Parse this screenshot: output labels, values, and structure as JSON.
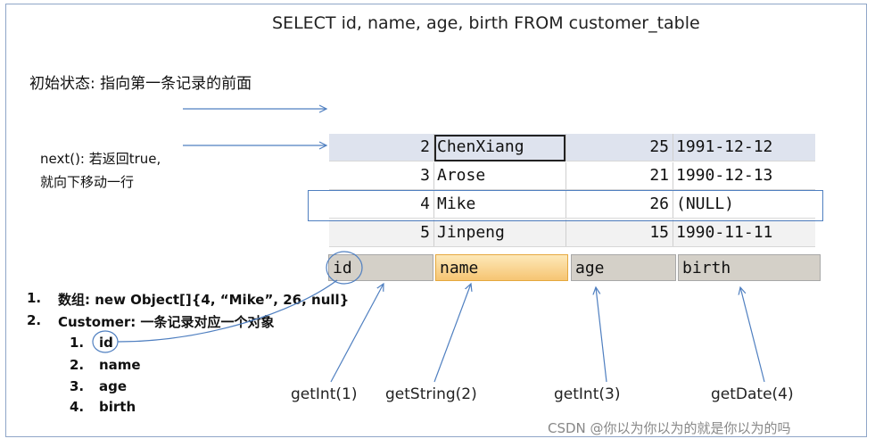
{
  "sql": "SELECT id, name, age, birth FROM customer_table",
  "initial_state": "初始状态: 指向第一条记录的前面",
  "next_line1": "next(): 若返回true,",
  "next_line2": "就向下移动一行",
  "rows": [
    {
      "id": "2",
      "name": "ChenXiang",
      "age": "25",
      "birth": "1991-12-12"
    },
    {
      "id": "3",
      "name": "Arose",
      "age": "21",
      "birth": "1990-12-13"
    },
    {
      "id": "4",
      "name": "Mike",
      "age": "26",
      "birth": "(NULL)"
    },
    {
      "id": "5",
      "name": "Jinpeng",
      "age": "15",
      "birth": "1990-11-11"
    }
  ],
  "columns": [
    "id",
    "name",
    "age",
    "birth"
  ],
  "list": {
    "item1_num": "1.",
    "item1_text": "数组: new Object[]{4, “Mike”, 26, null}",
    "item2_num": "2.",
    "item2_text": "Customer: 一条记录对应一个对象",
    "sub": [
      {
        "num": "1.",
        "text": "id"
      },
      {
        "num": "2.",
        "text": "name"
      },
      {
        "num": "3.",
        "text": "age"
      },
      {
        "num": "4.",
        "text": "birth"
      }
    ]
  },
  "methods": [
    "getInt(1)",
    "getString(2)",
    "getInt(3)",
    "getDate(4)"
  ],
  "watermark": "CSDN @你以为你以为的就是你以为的吗",
  "colors": {
    "arrow": "#4f7fc0",
    "header": "#d4d0c8",
    "header_active": "#f6c573"
  }
}
